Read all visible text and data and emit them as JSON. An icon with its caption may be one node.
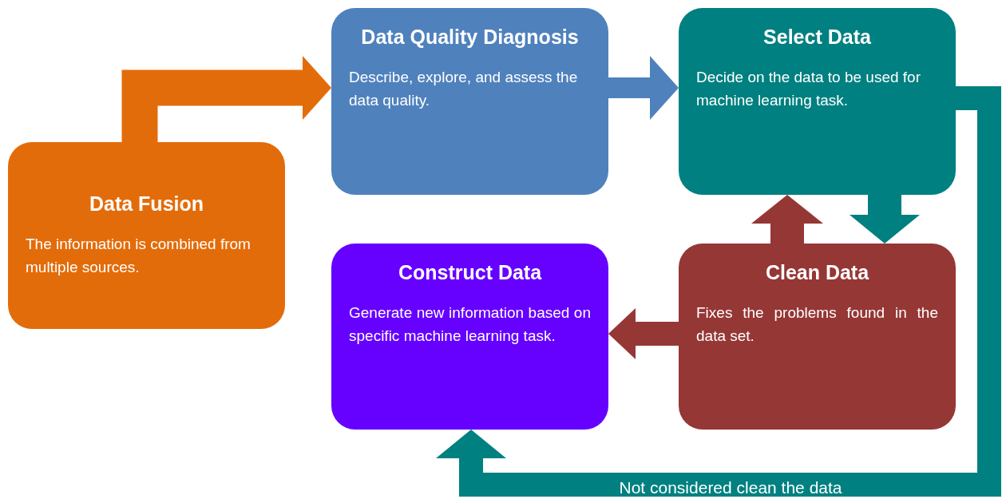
{
  "diagram": {
    "nodes": [
      {
        "text": [
          "Data Fusion",
          "The information is combined from multiple sources."
        ]
      },
      {
        "text": [
          "Data Quality Diagnosis",
          "Describe, explore, and assess the data quality."
        ]
      },
      {
        "text": [
          "Select Data",
          "Decide on the data to be used for machine learning task."
        ]
      },
      {
        "text": [
          "Clean Data",
          "Fixes the problems found in the data set."
        ]
      },
      {
        "text": [
          "Construct Data",
          "Generate new information based on specific machine learning task."
        ]
      }
    ],
    "edges": [
      {
        "from": 0,
        "to": 1,
        "arrow": "to",
        "color": "#e36c0a"
      },
      {
        "from": 1,
        "to": 2,
        "arrow": "to",
        "color": "#4f81bd"
      },
      {
        "from": 2,
        "to": 3,
        "arrow": "to",
        "color": "#008080"
      },
      {
        "from": 3,
        "to": 2,
        "arrow": "to",
        "color": "#953735"
      },
      {
        "from": 3,
        "to": 4,
        "arrow": "to",
        "color": "#953735"
      },
      {
        "from": 2,
        "to": 4,
        "arrow": "to",
        "color": "#008080",
        "label": "Not considered clean the data"
      }
    ]
  }
}
